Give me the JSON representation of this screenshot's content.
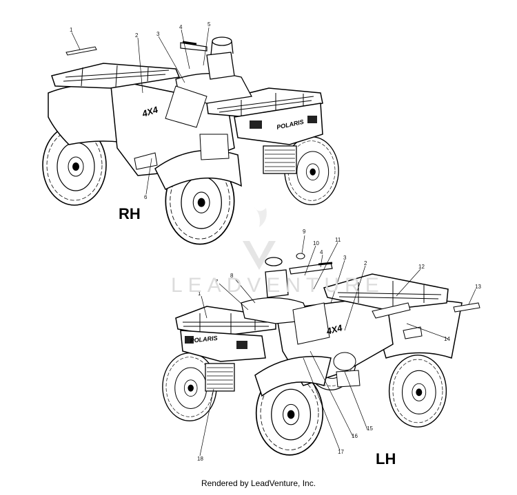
{
  "callouts_rh": [
    "1",
    "2",
    "3",
    "4",
    "5",
    "6"
  ],
  "callouts_lh": [
    "9",
    "10",
    "11",
    "4",
    "3",
    "2",
    "12",
    "13",
    "14",
    "8",
    "7",
    "1",
    "15",
    "16",
    "17",
    "18"
  ],
  "view_labels": {
    "rh": "RH",
    "lh": "LH"
  },
  "decals": {
    "model": "4X4",
    "brand": "POLARIS"
  },
  "watermark": "LEADVENTURE",
  "footer": "Rendered by LeadVenture, Inc."
}
